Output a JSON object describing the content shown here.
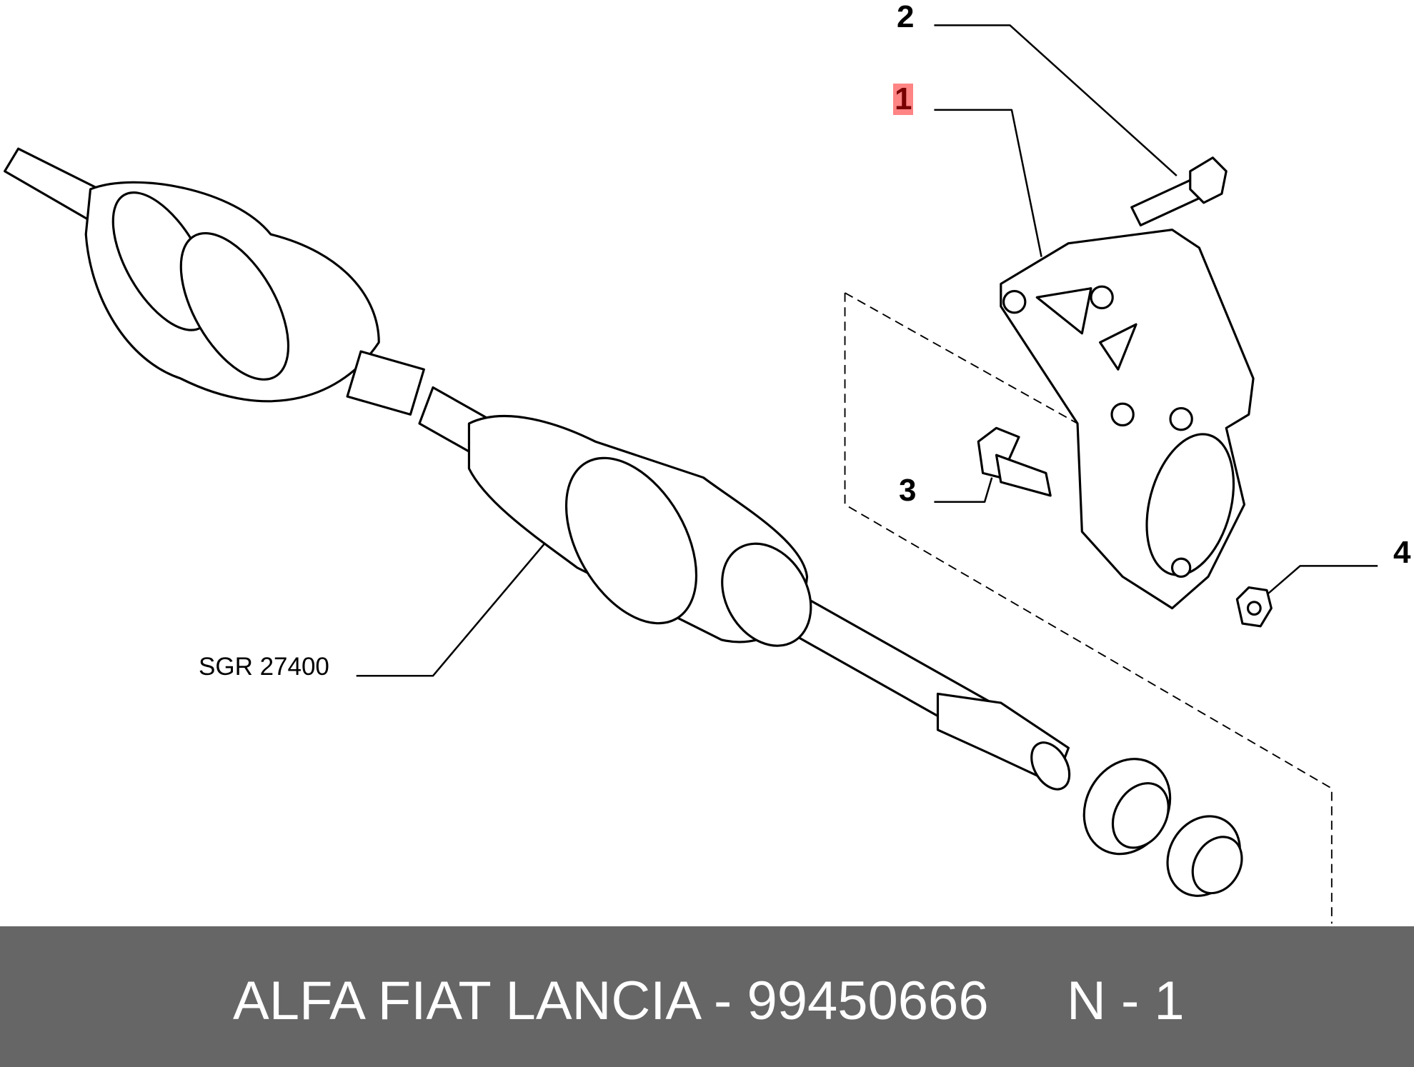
{
  "callouts": {
    "one": "1",
    "two": "2",
    "three": "3",
    "four": "4"
  },
  "assembly_label": "SGR 27400",
  "footer": {
    "brand_part": "ALFA FIAT LANCIA - 99450666",
    "ref": "N - 1"
  },
  "colors": {
    "highlight": "#ff5050",
    "footer_bg": "#666666"
  }
}
